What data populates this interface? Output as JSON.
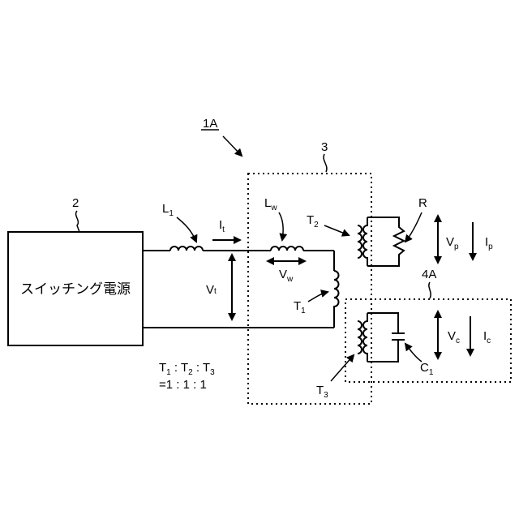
{
  "labels": {
    "figure_ref": "1A",
    "supply_ref": "2",
    "box3_ref": "3",
    "box4_ref": "4A",
    "supply_name": "スイッチング電源",
    "L1_main": "L",
    "L1_sub": "1",
    "It_main": "I",
    "It_sub": "t",
    "Vt_main": "V",
    "Vt_sub": "t",
    "Lw_main": "L",
    "Lw_sub": "w",
    "Vw_main": "V",
    "Vw_sub": "w",
    "T1_main": "T",
    "T1_sub": "1",
    "T2_main": "T",
    "T2_sub": "2",
    "T3_main": "T",
    "T3_sub": "3",
    "R": "R",
    "Vp_main": "V",
    "Vp_sub": "p",
    "Ip_main": "I",
    "Ip_sub": "p",
    "Vc_main": "V",
    "Vc_sub": "c",
    "Ic_main": "I",
    "Ic_sub": "c",
    "C1_main": "C",
    "C1_sub": "1",
    "ratio_T1": "T",
    "ratio_T1_sub": "1",
    "ratio_T2": " : T",
    "ratio_T2_sub": "2",
    "ratio_T3": " : T",
    "ratio_T3_sub": "3",
    "ratio_sep1": " : ",
    "ratio_values": "=1 : 1 : 1"
  }
}
